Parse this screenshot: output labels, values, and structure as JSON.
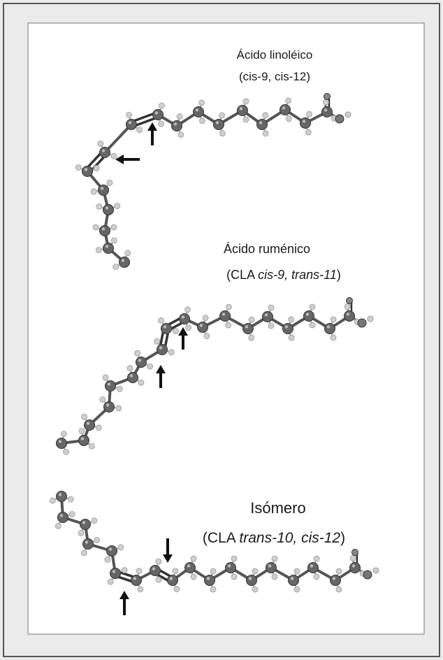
{
  "colors": {
    "outer_background": "#ebebeb",
    "panel": "#ffffff",
    "border": "#555555",
    "carbon_atom": "#666666",
    "hydrogen_atom": "#cfcfcf",
    "arrow": "#111111"
  },
  "molecules": [
    {
      "name": "Ácido linoléico",
      "label_parts": [
        "(cis-9, cis-12)"
      ],
      "double_bonds": 2,
      "arrows": 2
    },
    {
      "name": "Ácido ruménico",
      "label_parts": [
        "(CLA ",
        "cis-9, trans-11",
        ")"
      ],
      "double_bonds": 2,
      "arrows": 2
    },
    {
      "name": "Isómero",
      "label_parts": [
        "(CLA ",
        "trans-10, cis-12",
        ")"
      ],
      "double_bonds": 2,
      "arrows": 2
    }
  ]
}
